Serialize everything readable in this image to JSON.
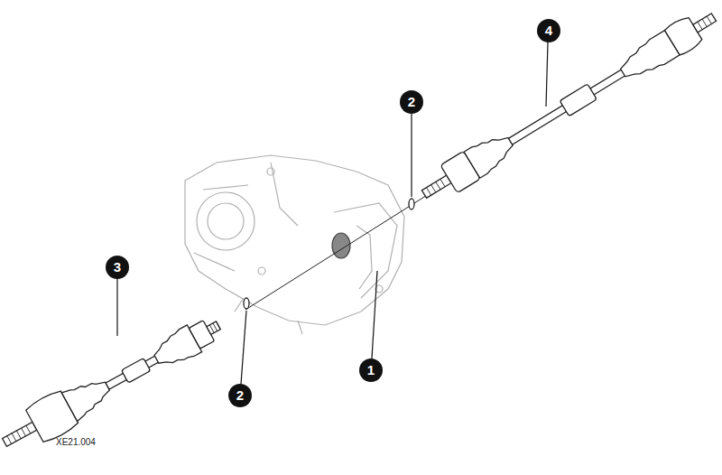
{
  "diagram": {
    "labels": [
      "4",
      "2",
      "3",
      "2",
      "1",
      "XE21.004"
    ]
  }
}
